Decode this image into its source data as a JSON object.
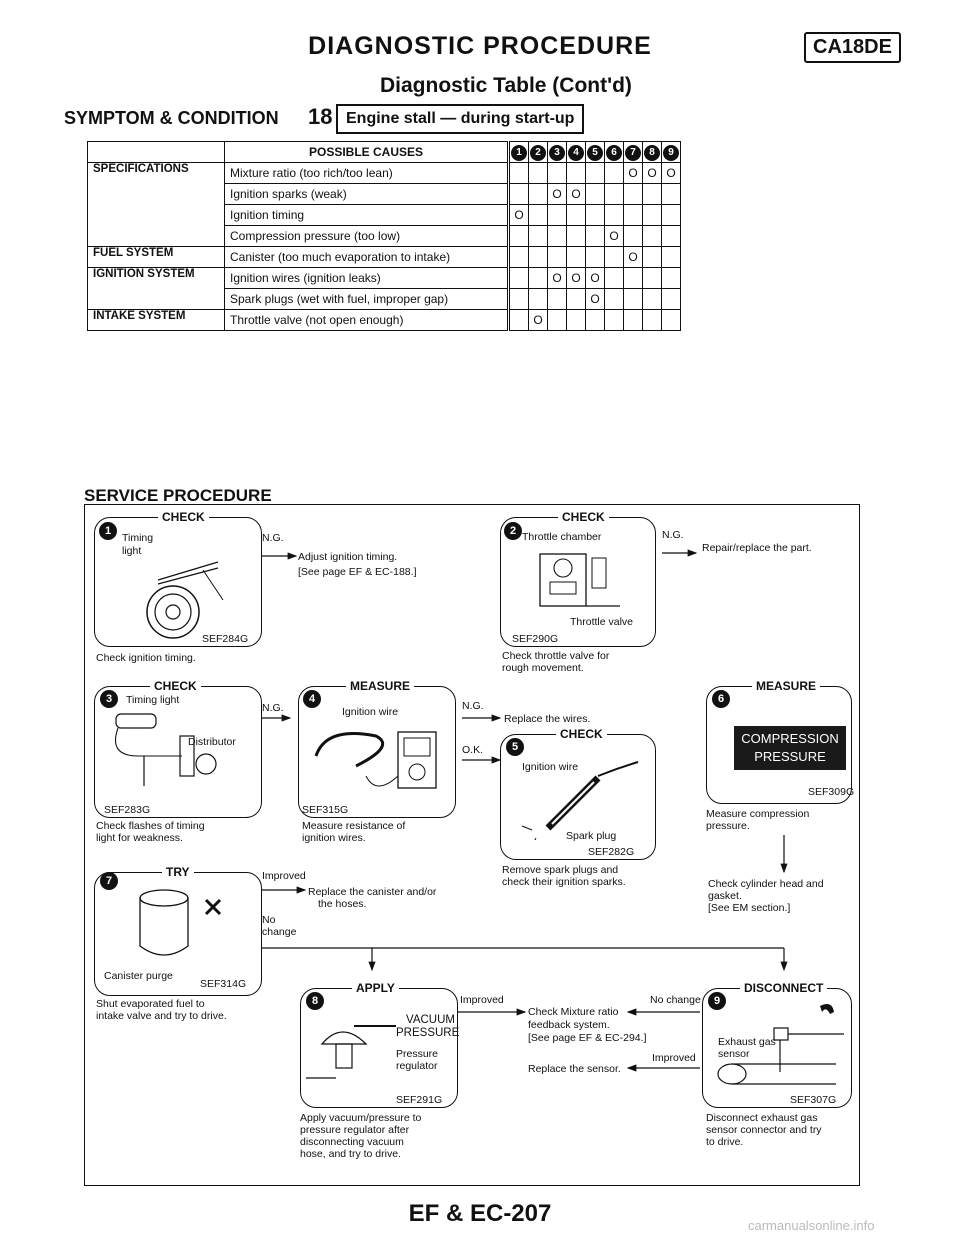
{
  "header": {
    "title": "DIAGNOSTIC PROCEDURE",
    "model": "CA18DE",
    "subtitle": "Diagnostic Table (Cont'd)"
  },
  "symptom": {
    "label": "SYMPTOM & CONDITION",
    "number": "18",
    "description": "Engine stall — during start-up"
  },
  "table": {
    "possible_causes_header": "POSSIBLE CAUSES",
    "numbers": [
      "1",
      "2",
      "3",
      "4",
      "5",
      "6",
      "7",
      "8",
      "9"
    ],
    "rows": [
      {
        "category": "SPECIFICATIONS",
        "cause": "Mixture ratio (too rich/too lean)",
        "marks": [
          "",
          "",
          "",
          "",
          "",
          "",
          "O",
          "O",
          "O"
        ]
      },
      {
        "category": "",
        "cause": "Ignition sparks (weak)",
        "marks": [
          "",
          "",
          "O",
          "O",
          "",
          "",
          "",
          "",
          ""
        ]
      },
      {
        "category": "",
        "cause": "Ignition timing",
        "marks": [
          "O",
          "",
          "",
          "",
          "",
          "",
          "",
          "",
          ""
        ]
      },
      {
        "category": "",
        "cause": "Compression pressure (too low)",
        "marks": [
          "",
          "",
          "",
          "",
          "",
          "O",
          "",
          "",
          ""
        ]
      },
      {
        "category": "FUEL SYSTEM",
        "cause": "Canister (too much evaporation to intake)",
        "marks": [
          "",
          "",
          "",
          "",
          "",
          "",
          "O",
          "",
          ""
        ]
      },
      {
        "category": "IGNITION SYSTEM",
        "cause": "Ignition wires (ignition leaks)",
        "marks": [
          "",
          "",
          "O",
          "O",
          "O",
          "",
          "",
          "",
          ""
        ]
      },
      {
        "category": "",
        "cause": "Spark plugs (wet with fuel, improper gap)",
        "marks": [
          "",
          "",
          "",
          "",
          "O",
          "",
          "",
          "",
          ""
        ]
      },
      {
        "category": "INTAKE SYSTEM",
        "cause": "Throttle valve (not open enough)",
        "marks": [
          "",
          "O",
          "",
          "",
          "",
          "",
          "",
          "",
          ""
        ]
      }
    ]
  },
  "service": {
    "title": "SERVICE PROCEDURE",
    "s1": {
      "num": "1",
      "title": "CHECK",
      "label1": "Timing",
      "label2": "light",
      "ref": "SEF284G",
      "caption": "Check ignition timing.",
      "ng": "N.G.",
      "action": "Adjust ignition timing.",
      "action_ref": "[See page EF & EC-188.]"
    },
    "s2": {
      "num": "2",
      "title": "CHECK",
      "label": "Throttle chamber",
      "label2": "Throttle valve",
      "ref": "SEF290G",
      "caption1": "Check throttle valve for",
      "caption2": "rough movement.",
      "ng": "N.G.",
      "action": "Repair/replace the part."
    },
    "s3": {
      "num": "3",
      "title": "CHECK",
      "label1": "Timing light",
      "label2": "Distributor",
      "ref": "SEF283G",
      "caption1": "Check flashes of timing",
      "caption2": "light for weakness.",
      "ng": "N.G."
    },
    "s4": {
      "num": "4",
      "title": "MEASURE",
      "label": "Ignition wire",
      "ref": "SEF315G",
      "caption1": "Measure resistance of",
      "caption2": "ignition wires.",
      "ng": "N.G.",
      "ng_action": "Replace the wires.",
      "ok": "O.K."
    },
    "s5": {
      "num": "5",
      "title": "CHECK",
      "label1": "Ignition wire",
      "label2": "Spark plug",
      "ref": "SEF282G",
      "caption1": "Remove spark plugs and",
      "caption2": "check their ignition sparks."
    },
    "s6": {
      "num": "6",
      "title": "MEASURE",
      "box1": "COMPRESSION",
      "box2": "PRESSURE",
      "ref": "SEF309G",
      "caption1": "Measure compression",
      "caption2": "pressure.",
      "next1": "Check cylinder head and",
      "next2": "gasket.",
      "next3": "[See EM section.]"
    },
    "s7": {
      "num": "7",
      "title": "TRY",
      "label": "Canister purge",
      "ref": "SEF314G",
      "caption1": "Shut evaporated fuel to",
      "caption2": "intake valve and try to drive.",
      "improved": "Improved",
      "action1": "Replace the canister and/or",
      "action2": "the hoses.",
      "nochange1": "No",
      "nochange2": "change"
    },
    "s8": {
      "num": "8",
      "title": "APPLY",
      "label1": "VACUUM",
      "label2": "PRESSURE",
      "label3": "Pressure",
      "label4": "regulator",
      "ref": "SEF291G",
      "caption1": "Apply vacuum/pressure to",
      "caption2": "pressure regulator after",
      "caption3": "disconnecting vacuum",
      "caption4": "hose, and try to drive.",
      "improved": "Improved",
      "nochange": "No change",
      "check1": "Check Mixture ratio",
      "check2": "feedback system.",
      "check3": "[See page EF & EC-294.]",
      "improved2": "Improved",
      "replace": "Replace the sensor."
    },
    "s9": {
      "num": "9",
      "title": "DISCONNECT",
      "label1": "Exhaust gas",
      "label2": "sensor",
      "ref": "SEF307G",
      "caption1": "Disconnect exhaust gas",
      "caption2": "sensor connector and try",
      "caption3": "to drive."
    }
  },
  "footer": {
    "page": "EF & EC-207",
    "watermark": "carmanualsonline.info"
  }
}
